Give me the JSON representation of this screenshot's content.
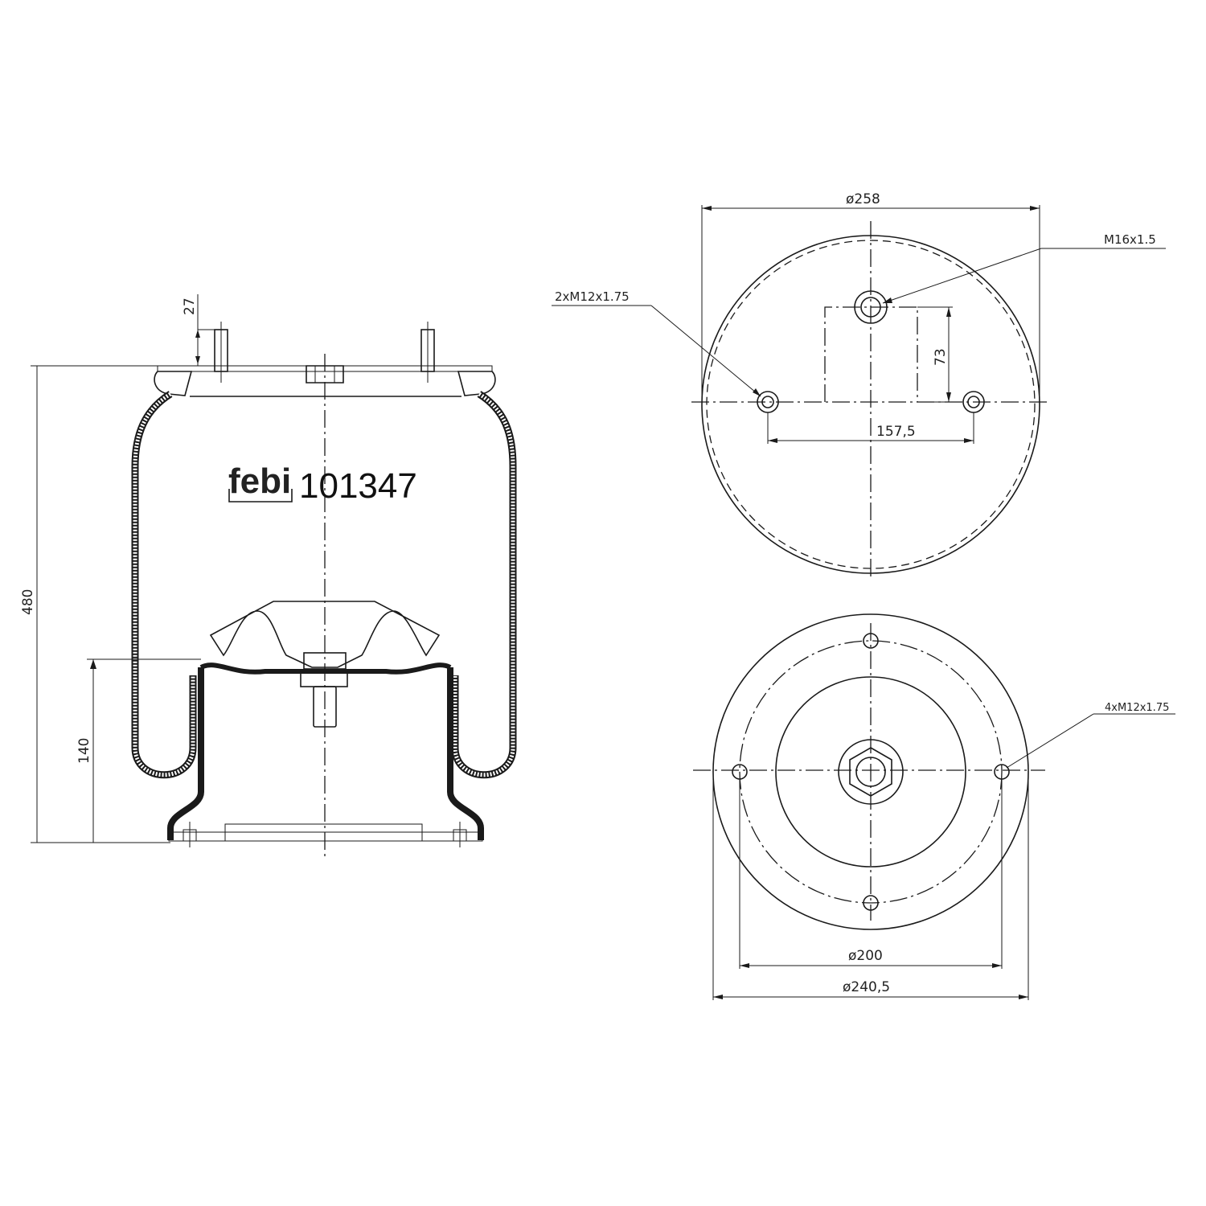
{
  "title_block": {
    "brand": "febi",
    "part_number": "101347"
  },
  "side_view": {
    "dimensions": {
      "stud_height": "27",
      "overall_height": "480",
      "piston_height": "140"
    }
  },
  "top_view": {
    "dimensions": {
      "outer_diameter": "ø258",
      "stud_spacing": "157,5",
      "stud_offset": "73"
    },
    "callouts": {
      "center_thread": "M16x1.5",
      "side_studs": "2xM12x1.75"
    }
  },
  "bottom_view": {
    "dimensions": {
      "bolt_circle": "ø200",
      "base_diameter": "ø240,5"
    },
    "callouts": {
      "bottom_holes": "4xM12x1.75"
    }
  },
  "colors": {
    "line": "#1a1a1a",
    "background": "#ffffff"
  }
}
